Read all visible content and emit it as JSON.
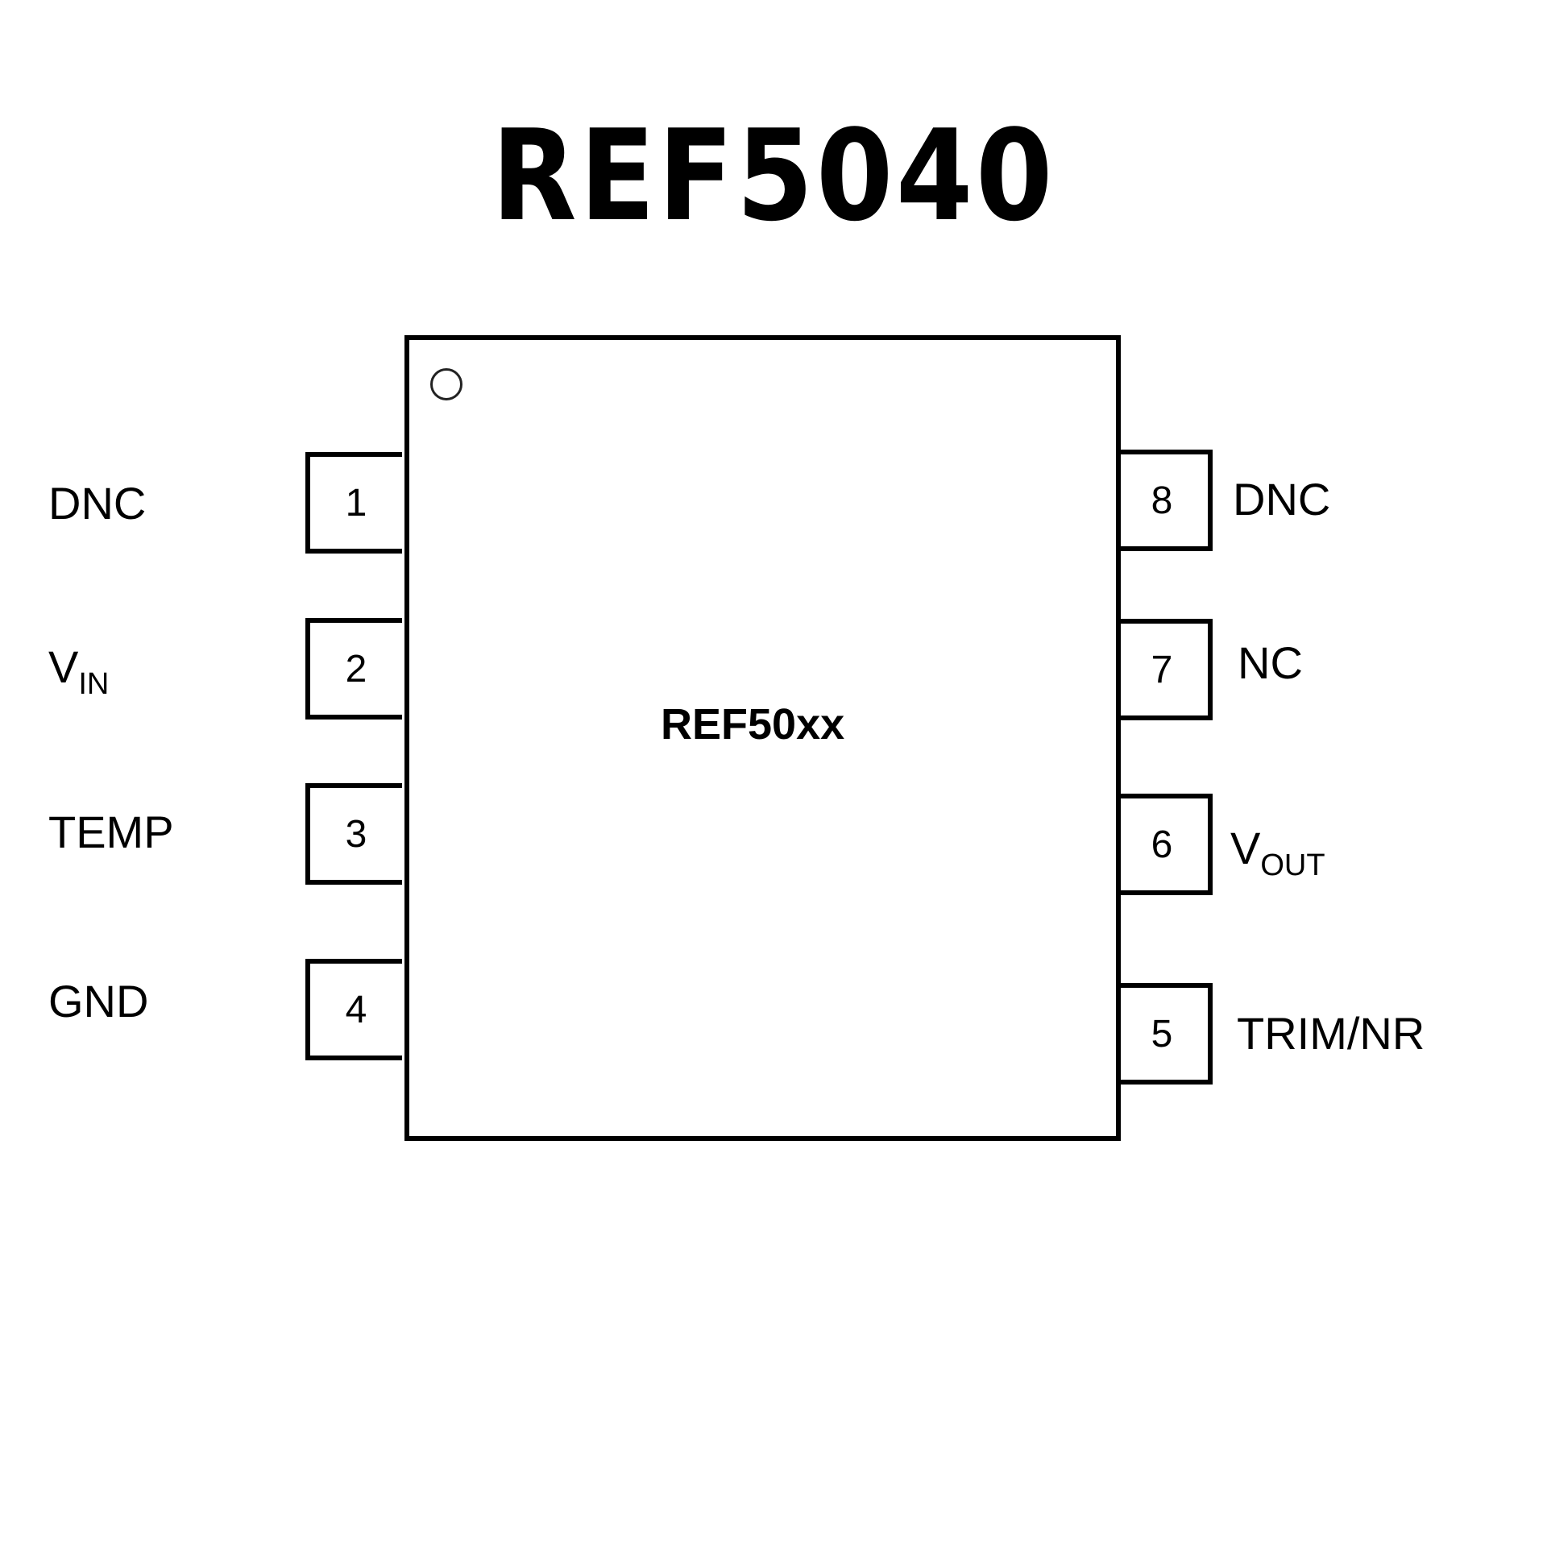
{
  "title": "REF5040",
  "chip": {
    "center_label": "REF50xx",
    "pins_left": [
      {
        "number": "1",
        "label": "DNC",
        "sub": ""
      },
      {
        "number": "2",
        "label": "V",
        "sub": "IN"
      },
      {
        "number": "3",
        "label": "TEMP",
        "sub": ""
      },
      {
        "number": "4",
        "label": "GND",
        "sub": ""
      }
    ],
    "pins_right": [
      {
        "number": "8",
        "label": "DNC",
        "sub": ""
      },
      {
        "number": "7",
        "label": "NC",
        "sub": ""
      },
      {
        "number": "6",
        "label": "V",
        "sub": "OUT"
      },
      {
        "number": "5",
        "label": "TRIM/NR",
        "sub": ""
      }
    ]
  }
}
